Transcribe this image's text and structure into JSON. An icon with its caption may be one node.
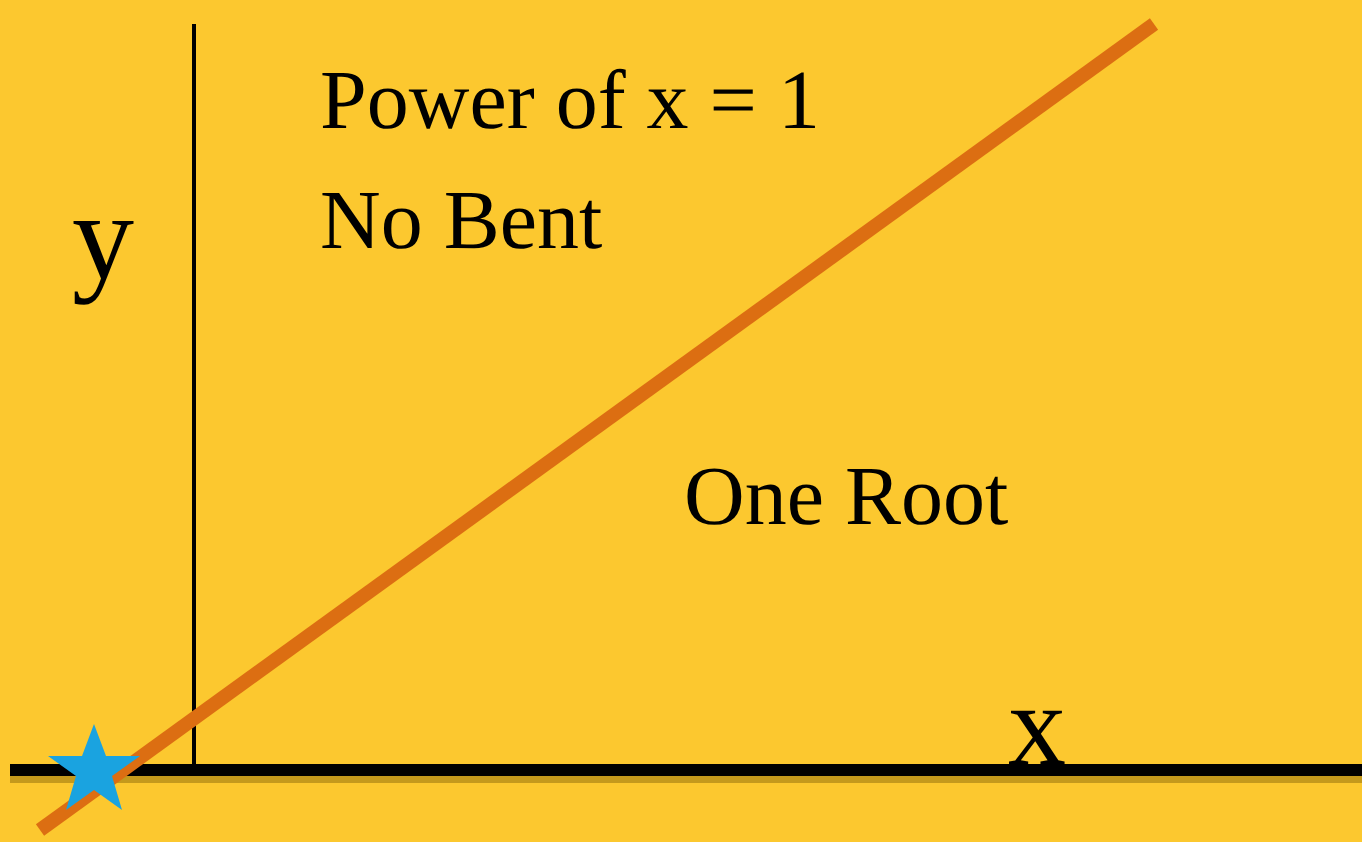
{
  "diagram": {
    "labels": [
      "Power of x = 1",
      "y",
      "No Bent",
      "One Root",
      "x"
    ]
  }
}
